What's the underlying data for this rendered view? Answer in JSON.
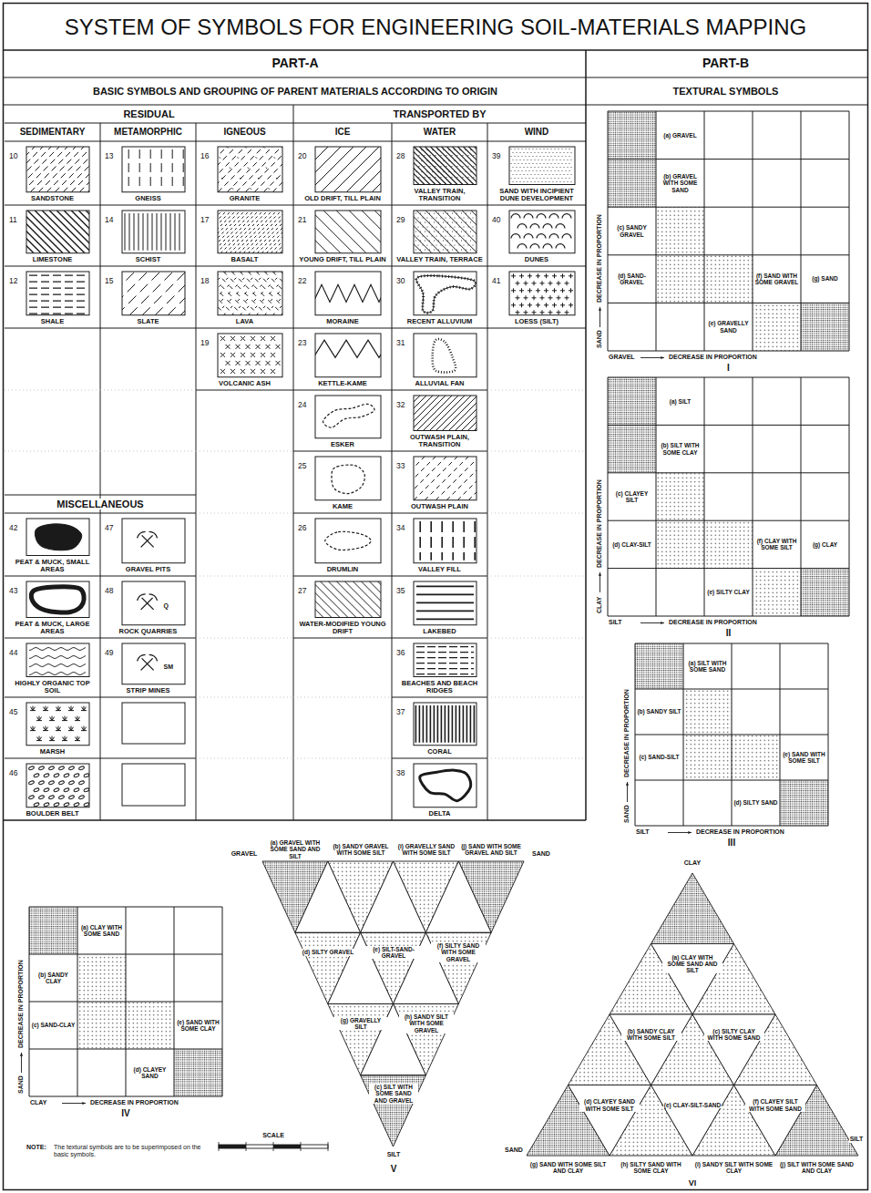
{
  "diagram": {
    "title": "SYSTEM OF SYMBOLS FOR ENGINEERING SOIL-MATERIALS MAPPING",
    "nodes": [
      {
        "text": [
          "10",
          "SANDSTONE"
        ]
      },
      {
        "text": [
          "11",
          "LIMESTONE"
        ]
      },
      {
        "text": [
          "12",
          "SHALE"
        ]
      },
      {
        "text": [
          "13",
          "GNEISS"
        ]
      },
      {
        "text": [
          "14",
          "SCHIST"
        ]
      },
      {
        "text": [
          "15",
          "SLATE"
        ]
      },
      {
        "text": [
          "16",
          "GRANITE"
        ]
      },
      {
        "text": [
          "17",
          "BASALT"
        ]
      },
      {
        "text": [
          "18",
          "LAVA"
        ]
      },
      {
        "text": [
          "19",
          "VOLCANIC ASH"
        ]
      },
      {
        "text": [
          "20",
          "OLD DRIFT, TILL PLAIN"
        ]
      },
      {
        "text": [
          "21",
          "YOUNG DRIFT, TILL PLAIN"
        ]
      },
      {
        "text": [
          "22",
          "MORAINE"
        ]
      },
      {
        "text": [
          "23",
          "KETTLE-KAME"
        ]
      },
      {
        "text": [
          "24",
          "ESKER"
        ]
      },
      {
        "text": [
          "25",
          "KAME"
        ]
      },
      {
        "text": [
          "26",
          "DRUMLIN"
        ]
      },
      {
        "text": [
          "27",
          "WATER-MODIFIED YOUNG DRIFT"
        ]
      },
      {
        "text": [
          "28",
          "VALLEY TRAIN, TRANSITION"
        ]
      },
      {
        "text": [
          "29",
          "VALLEY TRAIN, TERRACE"
        ]
      },
      {
        "text": [
          "30",
          "RECENT ALLUVIUM"
        ]
      },
      {
        "text": [
          "31",
          "ALLUVIAL FAN"
        ]
      },
      {
        "text": [
          "32",
          "OUTWASH PLAIN, TRANSITION"
        ]
      },
      {
        "text": [
          "33",
          "OUTWASH PLAIN"
        ]
      },
      {
        "text": [
          "34",
          "VALLEY FILL"
        ]
      },
      {
        "text": [
          "35",
          "LAKEBED"
        ]
      },
      {
        "text": [
          "36",
          "BEACHES AND BEACH RIDGES"
        ]
      },
      {
        "text": [
          "37",
          "CORAL"
        ]
      },
      {
        "text": [
          "38",
          "DELTA"
        ]
      },
      {
        "text": [
          "39",
          "SAND WITH INCIPIENT DUNE DEVELOPMENT"
        ]
      },
      {
        "text": [
          "40",
          "DUNES"
        ]
      },
      {
        "text": [
          "41",
          "LOESS (SILT)"
        ]
      },
      {
        "text": [
          "42",
          "PEAT & MUCK, SMALL AREAS"
        ]
      },
      {
        "text": [
          "43",
          "PEAT & MUCK, LARGE AREAS"
        ]
      },
      {
        "text": [
          "44",
          "HIGHLY ORGANIC TOP SOIL"
        ]
      },
      {
        "text": [
          "45",
          "MARSH"
        ]
      },
      {
        "text": [
          "46",
          "BOULDER BELT"
        ]
      },
      {
        "text": [
          "47",
          "GRAVEL PITS"
        ]
      },
      {
        "text": [
          "48",
          "ROCK QUARRIES",
          "Q"
        ]
      },
      {
        "text": [
          "49",
          "STRIP MINES",
          "SM"
        ]
      }
    ],
    "labels": [
      "PART-A",
      "BASIC SYMBOLS AND GROUPING OF PARENT MATERIALS ACCORDING TO ORIGIN",
      "RESIDUAL",
      "TRANSPORTED BY",
      "SEDIMENTARY",
      "METAMORPHIC",
      "IGNEOUS",
      "ICE",
      "WATER",
      "WIND",
      "MISCELLANEOUS",
      "PART-B",
      "TEXTURAL SYMBOLS",
      "(a) GRAVEL",
      "(b) GRAVEL WITH SOME SAND",
      "(c) SANDY GRAVEL",
      "(d) SAND-GRAVEL",
      "(e) GRAVELLY SAND",
      "(f) SAND WITH SOME GRAVEL",
      "(g) SAND",
      "SAND",
      "DECREASE IN PROPORTION",
      "GRAVEL",
      "DECREASE IN PROPORTION",
      "I",
      "(a) SILT",
      "(b) SILT WITH SOME CLAY",
      "(c) CLAYEY SILT",
      "(d) CLAY-SILT",
      "(e) SILTY CLAY",
      "(f) CLAY WITH SOME SILT",
      "(g) CLAY",
      "CLAY",
      "DECREASE IN PROPORTION",
      "SILT",
      "DECREASE IN PROPORTION",
      "II",
      "(a) SILT WITH SOME SAND",
      "(b) SANDY SILT",
      "(c) SAND-SILT",
      "(d) SILTY SAND",
      "(e) SAND WITH SOME SILT",
      "SAND",
      "DECREASE IN PROPORTION",
      "SILT",
      "DECREASE IN PROPORTION",
      "III",
      "(a) CLAY WITH SOME SAND",
      "(b) SANDY CLAY",
      "(c) SAND-CLAY",
      "(d) CLAYEY SAND",
      "(e) SAND WITH SOME CLAY",
      "SAND",
      "DECREASE IN PROPORTION",
      "CLAY",
      "DECREASE IN PROPORTION",
      "IV",
      "(a) GRAVEL WITH SOME SAND AND SILT",
      "(b) SANDY GRAVEL WITH SOME SILT",
      "(i) GRAVELLY SAND WITH SOME SILT",
      "(j) SAND WITH SOME GRAVEL AND SILT",
      "(d) SILTY GRAVEL",
      "(e) SILT-SAND-GRAVEL",
      "(f) SILTY SAND WITH SOME GRAVEL",
      "(g) GRAVELLY SILT",
      "(h) SANDY SILT WITH SOME GRAVEL",
      "(c) SILT WITH SOME SAND AND GRAVEL",
      "GRAVEL",
      "SAND",
      "SILT",
      "V",
      "(a) CLAY WITH SOME SAND AND SILT",
      "(b) SANDY CLAY WITH SOME SILT",
      "(c) SILTY CLAY WITH SOME SAND",
      "(d) CLAYEY SAND WITH SOME SILT",
      "(e) CLAY-SILT-SAND",
      "(f) CLAYEY SILT WITH SOME SAND",
      "(g) SAND WITH SOME SILT AND CLAY",
      "(h) SILTY SAND WITH SOME CLAY",
      "(i) SANDY SILT WITH SOME CLAY",
      "(j) SILT WITH SOME SAND AND CLAY",
      "CLAY",
      "SAND",
      "SILT",
      "VI",
      "NOTE:",
      "The textural symbols are to be superimposed on the basic symbols.",
      "SCALE"
    ]
  }
}
